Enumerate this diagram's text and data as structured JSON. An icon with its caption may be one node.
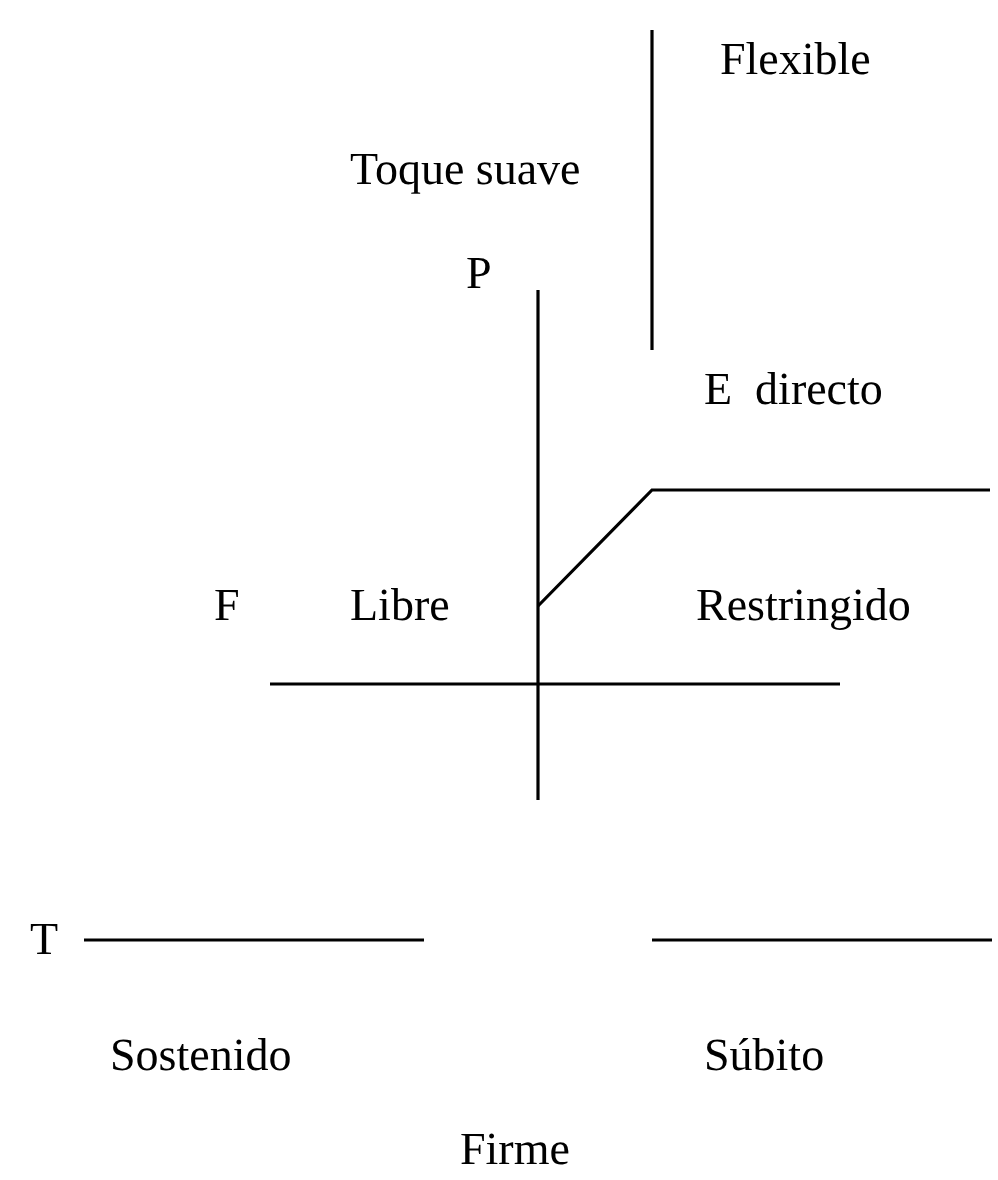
{
  "diagram": {
    "labels": [
      "Flexible",
      "Toque suave",
      "P",
      "E  directo",
      "F",
      "Libre",
      "Restringido",
      "T",
      "Sostenido",
      "Súbito",
      "Firme"
    ]
  }
}
